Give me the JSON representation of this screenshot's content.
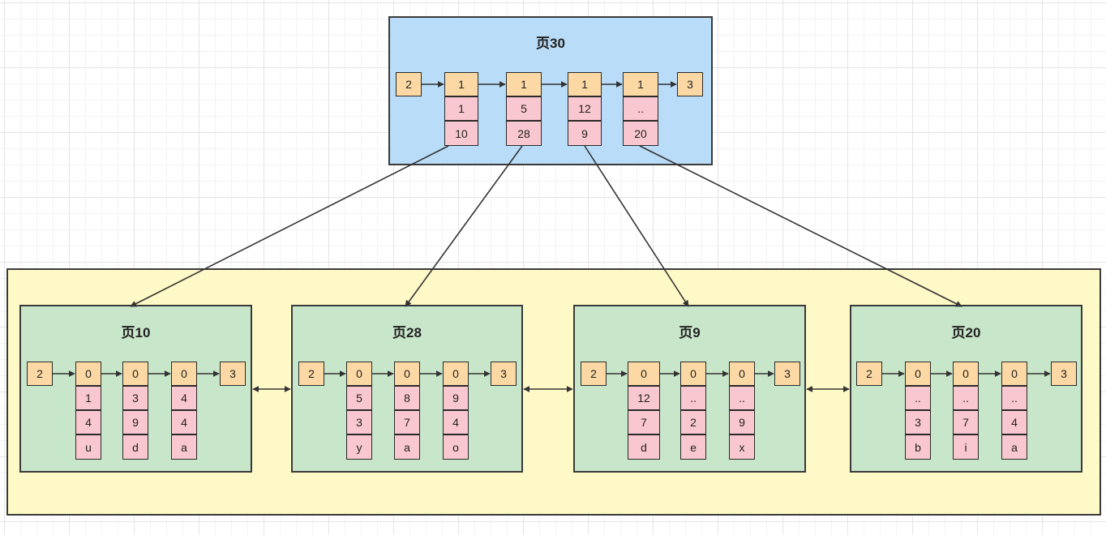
{
  "root": {
    "title": "页30",
    "prev": "2",
    "next": "3",
    "records": [
      {
        "head": "1",
        "values": [
          "1",
          "10"
        ]
      },
      {
        "head": "1",
        "values": [
          "5",
          "28"
        ]
      },
      {
        "head": "1",
        "values": [
          "12",
          "9"
        ]
      },
      {
        "head": "1",
        "values": [
          "..",
          "20"
        ]
      }
    ]
  },
  "leaves": [
    {
      "title": "页10",
      "prev": "2",
      "next": "3",
      "records": [
        {
          "head": "0",
          "values": [
            "1",
            "4",
            "u"
          ]
        },
        {
          "head": "0",
          "values": [
            "3",
            "9",
            "d"
          ]
        },
        {
          "head": "0",
          "values": [
            "4",
            "4",
            "a"
          ]
        }
      ]
    },
    {
      "title": "页28",
      "prev": "2",
      "next": "3",
      "records": [
        {
          "head": "0",
          "values": [
            "5",
            "3",
            "y"
          ]
        },
        {
          "head": "0",
          "values": [
            "8",
            "7",
            "a"
          ]
        },
        {
          "head": "0",
          "values": [
            "9",
            "4",
            "o"
          ]
        }
      ]
    },
    {
      "title": "页9",
      "prev": "2",
      "next": "3",
      "records": [
        {
          "head": "0",
          "values": [
            "12",
            "7",
            "d"
          ]
        },
        {
          "head": "0",
          "values": [
            "..",
            "2",
            "e"
          ]
        },
        {
          "head": "0",
          "values": [
            "..",
            "9",
            "x"
          ]
        }
      ]
    },
    {
      "title": "页20",
      "prev": "2",
      "next": "3",
      "records": [
        {
          "head": "0",
          "values": [
            "..",
            "3",
            "b"
          ]
        },
        {
          "head": "0",
          "values": [
            "..",
            "7",
            "i"
          ]
        },
        {
          "head": "0",
          "values": [
            "..",
            "4",
            "a"
          ]
        }
      ]
    }
  ],
  "colors": {
    "root_fill": "#b9dcf8",
    "container_fill": "#fff8c7",
    "leaf_fill": "#c8e6c9",
    "header_cell": "#fcd9a4",
    "data_cell": "#f9c7cf",
    "line": "#333333"
  }
}
